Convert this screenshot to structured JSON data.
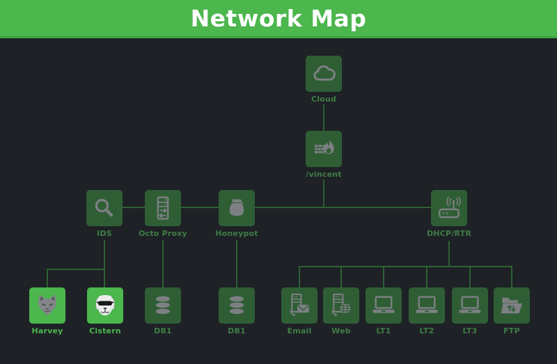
{
  "header": {
    "title": "Network Map"
  },
  "colors": {
    "header_green": "#4bb74d",
    "background": "#1e2126",
    "tile_dark_green": "#2f5e35",
    "tile_bright_green": "#4bb74d",
    "connector_line": "#2f6134",
    "icon_gray": "#7d8083",
    "label_dark": "#3f7d45",
    "label_bright": "#4bb74d",
    "title_text": "#ffffff"
  },
  "nodes": {
    "cloud": {
      "label": "Cloud",
      "icon": "cloud-icon"
    },
    "vincent": {
      "label": "/vincent",
      "icon": "firewall-icon"
    },
    "ids": {
      "label": "IDS",
      "icon": "search-icon"
    },
    "octo_proxy": {
      "label": "Octo Proxy",
      "icon": "proxy-server-icon"
    },
    "honeypot": {
      "label": "Honeypot",
      "icon": "honeypot-icon"
    },
    "dhcp_rtr": {
      "label": "DHCP/RTR",
      "icon": "router-icon"
    },
    "harvey": {
      "label": "Harvey",
      "icon": "wolf-icon",
      "highlighted": true
    },
    "cistern": {
      "label": "Cistern",
      "icon": "dog-icon",
      "highlighted": true
    },
    "db1_left": {
      "label": "DB1",
      "icon": "database-icon"
    },
    "db1_right": {
      "label": "DB1",
      "icon": "database-icon"
    },
    "email": {
      "label": "Email",
      "icon": "mail-server-icon"
    },
    "web": {
      "label": "Web",
      "icon": "web-server-icon"
    },
    "lt1": {
      "label": "LT1",
      "icon": "laptop-icon"
    },
    "lt2": {
      "label": "LT2",
      "icon": "laptop-icon"
    },
    "lt3": {
      "label": "LT3",
      "icon": "laptop-icon"
    },
    "ftp": {
      "label": "FTP",
      "icon": "ftp-folder-icon"
    }
  }
}
